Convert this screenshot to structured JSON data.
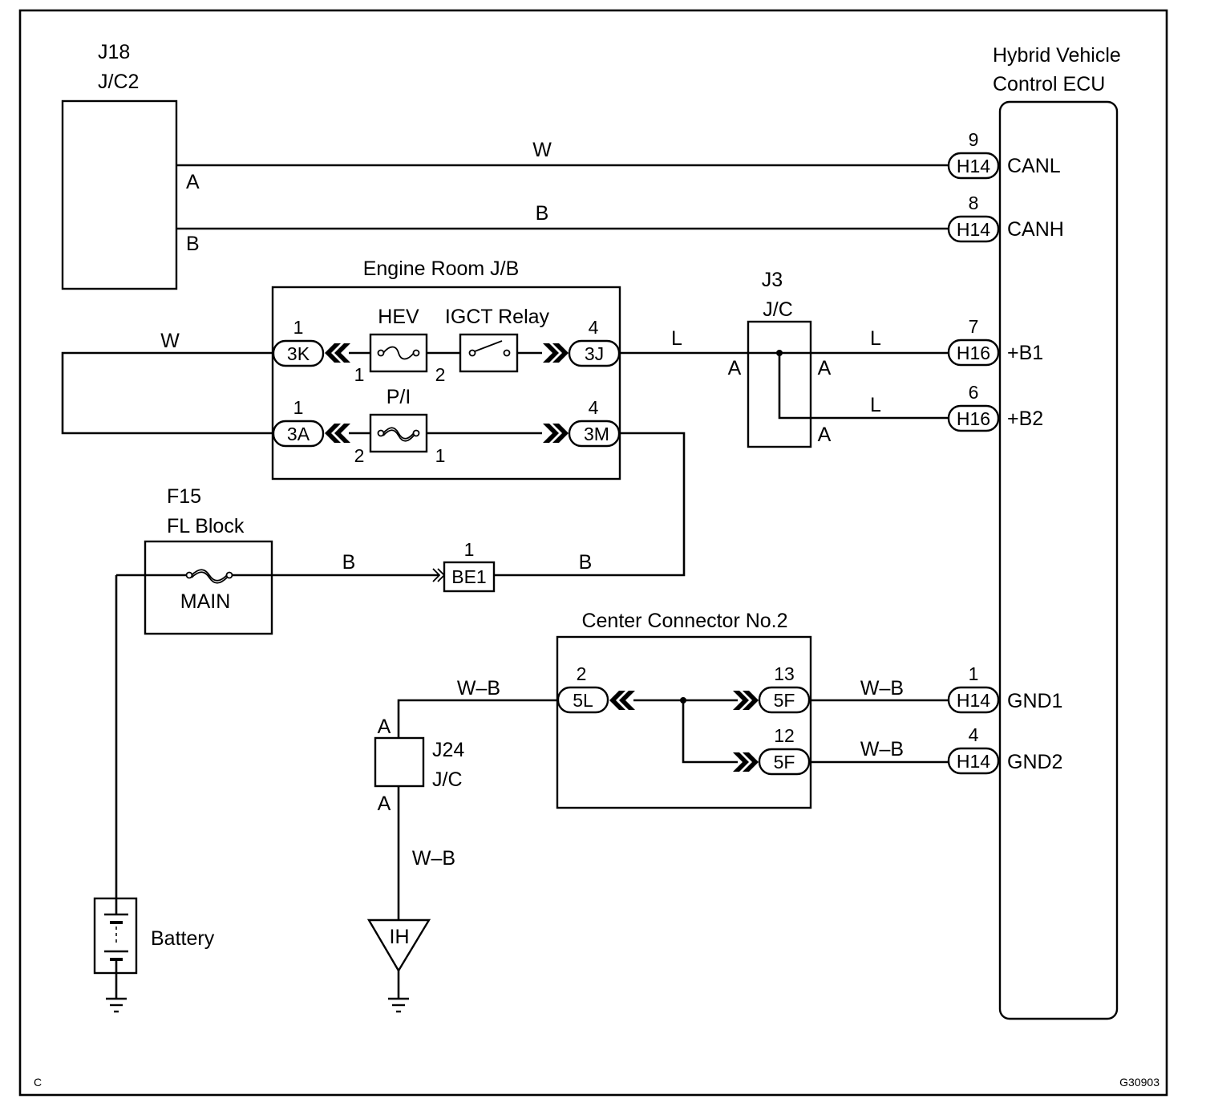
{
  "components": {
    "j18": {
      "id": "J18",
      "name": "J/C2",
      "pins": [
        "A",
        "B"
      ]
    },
    "ecu": {
      "line1": "Hybrid Vehicle",
      "line2": "Control ECU"
    },
    "engine_room_jb": {
      "name": "Engine Room J/B",
      "hev": "HEV",
      "igct_relay": "IGCT Relay",
      "pi": "P/I",
      "conn_3k": "3K",
      "conn_3k_pin": "1",
      "conn_3j": "3J",
      "conn_3j_pin": "4",
      "conn_3a": "3A",
      "conn_3a_pin": "1",
      "conn_3m": "3M",
      "conn_3m_pin": "4",
      "hev_pin_left": "1",
      "hev_pin_right": "2",
      "pi_pin_left": "2",
      "pi_pin_right": "1"
    },
    "j3": {
      "id": "J3",
      "name": "J/C",
      "pin_left": "A",
      "pin_right_top": "A",
      "pin_right_bottom": "A"
    },
    "f15": {
      "id": "F15",
      "name": "FL Block",
      "fuse": "MAIN"
    },
    "be1": {
      "label": "BE1",
      "pin": "1"
    },
    "center_connector": {
      "name": "Center Connector No.2",
      "conn_5l": "5L",
      "conn_5l_pin": "2",
      "conn_5f_top": "5F",
      "conn_5f_top_pin": "13",
      "conn_5f_bottom": "5F",
      "conn_5f_bottom_pin": "12"
    },
    "j24": {
      "id": "J24",
      "name": "J/C",
      "pin_top": "A",
      "pin_bottom": "A"
    },
    "battery": {
      "label": "Battery"
    },
    "ground_ih": {
      "label": "IH"
    }
  },
  "ecu_terminals": [
    {
      "pin": "9",
      "connector": "H14",
      "signal": "CANL"
    },
    {
      "pin": "8",
      "connector": "H14",
      "signal": "CANH"
    },
    {
      "pin": "7",
      "connector": "H16",
      "signal": "+B1"
    },
    {
      "pin": "6",
      "connector": "H16",
      "signal": "+B2"
    },
    {
      "pin": "1",
      "connector": "H14",
      "signal": "GND1"
    },
    {
      "pin": "4",
      "connector": "H14",
      "signal": "GND2"
    }
  ],
  "wire_colors": {
    "canl": "W",
    "canh": "B",
    "jb_input": "W",
    "relay_to_j3": "L",
    "j3_to_b1": "L",
    "j3_to_b2": "L",
    "main_to_be1": "B",
    "be1_to_3m": "B",
    "j24_to_5l": "W–B",
    "5f_to_gnd1": "W–B",
    "5f_to_gnd2": "W–B",
    "j24_to_ground": "W–B"
  },
  "footer": {
    "corner_left": "C",
    "figure_code": "G30903"
  }
}
